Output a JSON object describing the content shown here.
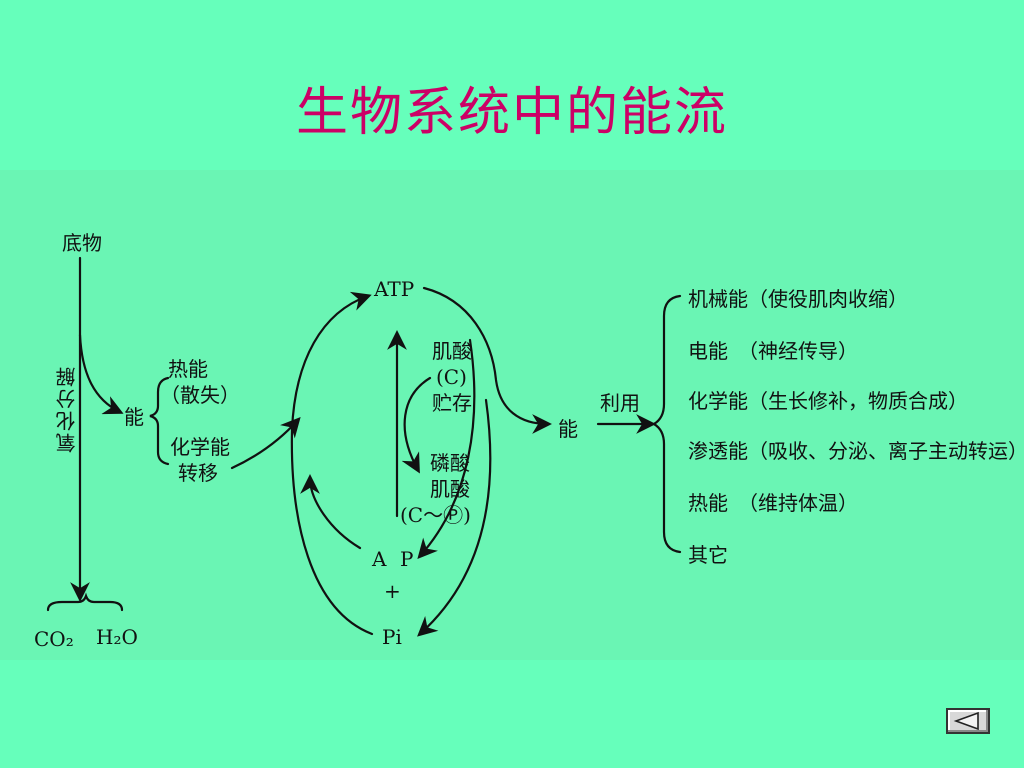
{
  "title": "生物系统中的能流",
  "left": {
    "substrate": "底物",
    "oxidation": "氧化分解",
    "energy": "能",
    "heat_energy": "热能",
    "dissipated": "（散失）",
    "chemical_energy": "化学能",
    "transfer": "转移",
    "products": [
      "CO₂",
      "H₂O"
    ]
  },
  "center": {
    "atp": "ATP",
    "adp_a": "A",
    "adp_p": "P",
    "plus": "+",
    "pi": "Pi",
    "creatine_line1": "肌酸",
    "creatine_line2": "(C)",
    "storage": "贮存",
    "phosphocreatine_line1": "磷酸",
    "phosphocreatine_line2": "肌酸",
    "phosphocreatine_line3": "(C～Ⓟ)"
  },
  "right": {
    "energy": "能",
    "utilize": "利用",
    "uses": [
      "机械能（使役肌肉收缩）",
      "电能　（神经传导）",
      "化学能（生长修补，物质合成）",
      "渗透能（吸收、分泌、离子主动转运）",
      "热能　（维持体温）",
      "其它"
    ]
  },
  "nav": {
    "icon": "back-triangle-icon"
  }
}
